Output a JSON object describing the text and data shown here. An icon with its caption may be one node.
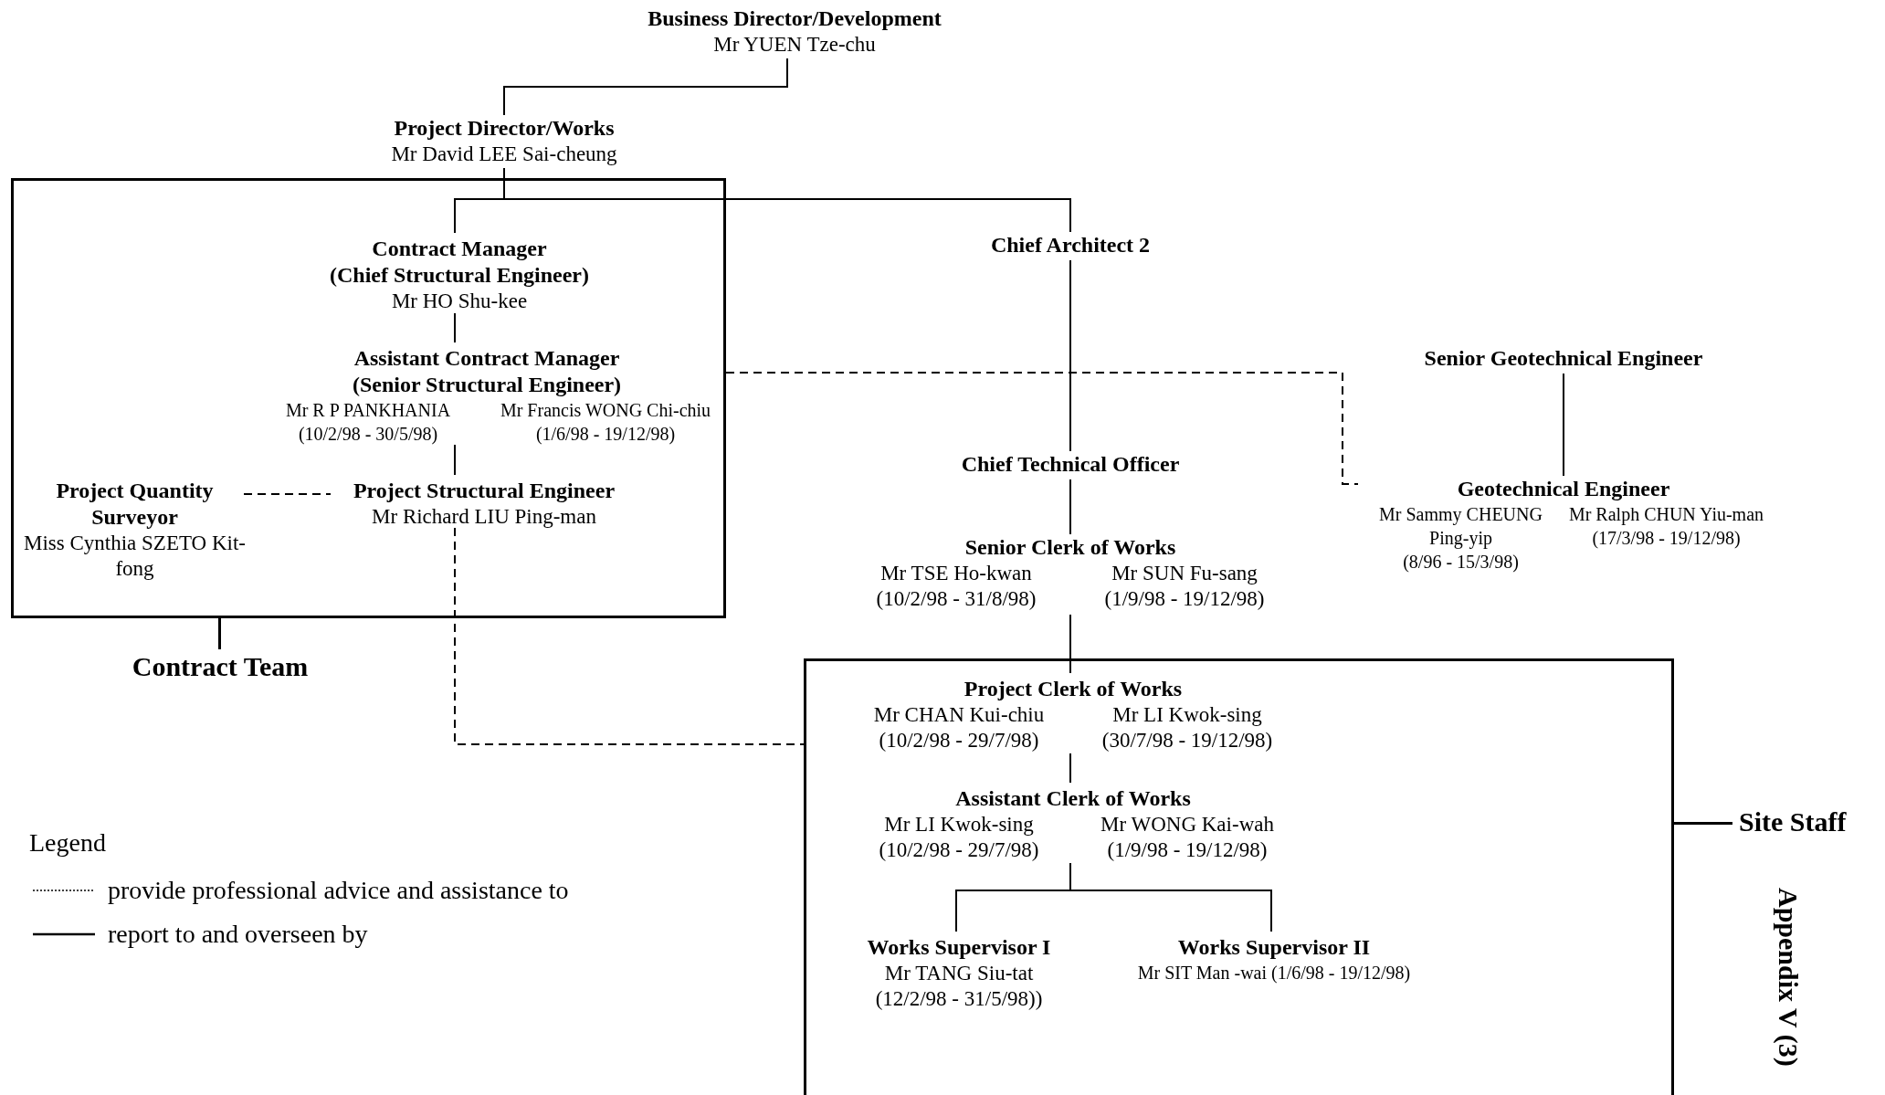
{
  "diagram": {
    "nodes": [
      {
        "text": [
          "Contract Team"
        ]
      },
      {
        "text": [
          "Site Staff"
        ]
      },
      {
        "text": [
          "Business Director/Development",
          "Mr YUEN Tze-chu"
        ]
      },
      {
        "text": [
          "Project Director/Works",
          "Mr David LEE Sai-cheung"
        ]
      },
      {
        "text": [
          "Contract Manager",
          "(Chief Structural Engineer)",
          "Mr HO Shu-kee"
        ],
        "in": 0
      },
      {
        "text": [
          "Assistant Contract Manager",
          "(Senior Structural Engineer)",
          "Mr R P PANKHANIA",
          "(10/2/98 - 30/5/98)",
          "Mr Francis WONG Chi-chiu",
          "(1/6/98 - 19/12/98)"
        ],
        "in": 0
      },
      {
        "text": [
          "Project Quantity Surveyor",
          "Miss Cynthia SZETO Kit-fong"
        ],
        "in": 0
      },
      {
        "text": [
          "Project Structural Engineer",
          "Mr Richard LIU Ping-man"
        ],
        "in": 0
      },
      {
        "text": [
          "Chief Architect 2"
        ]
      },
      {
        "text": [
          "Senior Geotechnical Engineer"
        ]
      },
      {
        "text": [
          "Chief Technical Officer"
        ]
      },
      {
        "text": [
          "Geotechnical Engineer",
          "Mr Sammy CHEUNG Ping-yip",
          "(8/96 - 15/3/98)",
          "Mr Ralph CHUN Yiu-man",
          "(17/3/98 - 19/12/98)"
        ]
      },
      {
        "text": [
          "Senior Clerk of Works",
          "Mr TSE Ho-kwan",
          "(10/2/98 - 31/8/98)",
          "Mr SUN Fu-sang",
          "(1/9/98 - 19/12/98)"
        ]
      },
      {
        "text": [
          "Project Clerk of Works",
          "Mr CHAN Kui-chiu",
          "(10/2/98 - 29/7/98)",
          "Mr LI Kwok-sing",
          "(30/7/98 - 19/12/98)"
        ],
        "in": 1
      },
      {
        "text": [
          "Assistant Clerk of Works",
          "Mr LI Kwok-sing",
          "(10/2/98 - 29/7/98)",
          "Mr WONG Kai-wah",
          "(1/9/98 - 19/12/98)"
        ],
        "in": 1
      },
      {
        "text": [
          "Works Supervisor I",
          "Mr TANG Siu-tat",
          "(12/2/98 - 31/5/98))"
        ],
        "in": 1
      },
      {
        "text": [
          "Works Supervisor II",
          "Mr SIT Man -wai (1/6/98 - 19/12/98)"
        ],
        "in": 1
      }
    ],
    "edges": [
      {
        "from": 2,
        "to": 3,
        "arrow": "none"
      },
      {
        "from": 3,
        "to": 4,
        "arrow": "none"
      },
      {
        "from": 3,
        "to": 8,
        "arrow": "none"
      },
      {
        "from": 4,
        "to": 5,
        "arrow": "none"
      },
      {
        "from": 5,
        "to": 7,
        "arrow": "none"
      },
      {
        "from": 6,
        "to": 7,
        "arrow": "none",
        "style": "dashed"
      },
      {
        "from": 7,
        "to": 1,
        "arrow": "none",
        "style": "dashed"
      },
      {
        "from": 0,
        "to": 11,
        "arrow": "none",
        "style": "dashed"
      },
      {
        "from": 8,
        "to": 10,
        "arrow": "none"
      },
      {
        "from": 9,
        "to": 11,
        "arrow": "none"
      },
      {
        "from": 10,
        "to": 12,
        "arrow": "none"
      },
      {
        "from": 12,
        "to": 13,
        "arrow": "none"
      },
      {
        "from": 13,
        "to": 14,
        "arrow": "none"
      },
      {
        "from": 14,
        "to": 15,
        "arrow": "none"
      },
      {
        "from": 14,
        "to": 16,
        "arrow": "none"
      }
    ],
    "labels": [
      "Legend",
      "Appendix V (3)"
    ],
    "legend": [
      {
        "text": "provide professional advice and assistance to"
      },
      {
        "text": "report to and overseen by"
      }
    ]
  }
}
